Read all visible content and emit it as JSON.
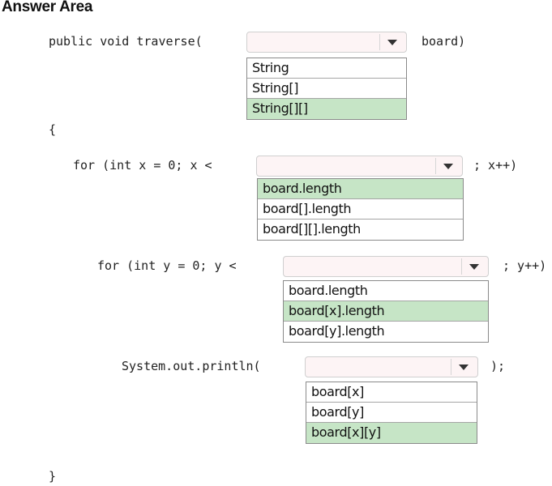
{
  "title": "Answer Area",
  "lines": {
    "method_prefix": "public void traverse(",
    "method_suffix": "board)",
    "open_brace": "{",
    "for_x_prefix": "for (int x = 0; x <",
    "for_x_suffix": "; x++)",
    "for_y_prefix": "for (int y = 0; y <",
    "for_y_suffix": "; y++)",
    "println_prefix": "System.out.println(",
    "println_suffix": ");",
    "close_brace": "}"
  },
  "dropdowns": [
    {
      "value": "",
      "options": [
        "String",
        "String[]",
        "String[][]"
      ],
      "selected_index": 2
    },
    {
      "value": "",
      "options": [
        "board.length",
        "board[].length",
        "board[][].length"
      ],
      "selected_index": 0
    },
    {
      "value": "",
      "options": [
        "board.length",
        "board[x].length",
        "board[y].length"
      ],
      "selected_index": 1
    },
    {
      "value": "",
      "options": [
        "board[x]",
        "board[y]",
        "board[x][y]"
      ],
      "selected_index": 2
    }
  ],
  "colors": {
    "selected_option": "#c6e5c6",
    "dropdown_bg": "#fdf4f5"
  }
}
